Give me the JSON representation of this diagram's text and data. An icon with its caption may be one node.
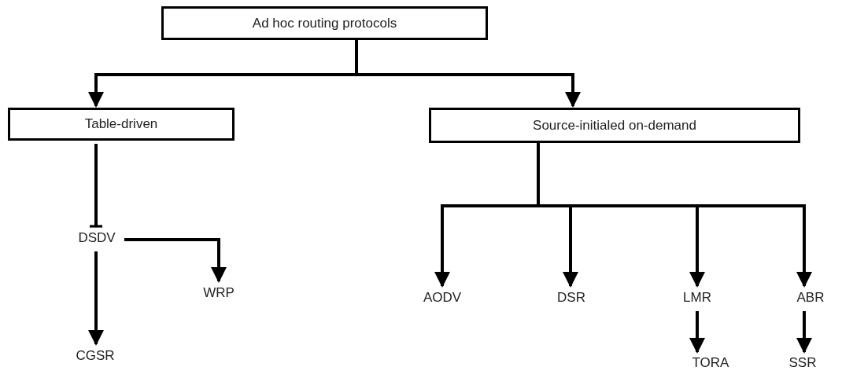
{
  "diagram": {
    "nodes": [
      {
        "text": [
          "Ad hoc routing protocols"
        ]
      },
      {
        "text": [
          "Table-driven"
        ]
      },
      {
        "text": [
          "Source-initialed on-demand"
        ]
      },
      {
        "text": [
          "DSDV"
        ]
      },
      {
        "text": [
          "WRP"
        ]
      },
      {
        "text": [
          "CGSR"
        ]
      },
      {
        "text": [
          "AODV"
        ]
      },
      {
        "text": [
          "DSR"
        ]
      },
      {
        "text": [
          "LMR"
        ]
      },
      {
        "text": [
          "ABR"
        ]
      },
      {
        "text": [
          "TORA"
        ]
      },
      {
        "text": [
          "SSR"
        ]
      }
    ],
    "edges": [
      {
        "from": 0,
        "to": 1,
        "arrow": "to"
      },
      {
        "from": 0,
        "to": 2,
        "arrow": "to"
      },
      {
        "from": 1,
        "to": 3,
        "arrow": "other"
      },
      {
        "from": 3,
        "to": 4,
        "arrow": "to"
      },
      {
        "from": 3,
        "to": 5,
        "arrow": "to"
      },
      {
        "from": 2,
        "to": 6,
        "arrow": "to"
      },
      {
        "from": 2,
        "to": 7,
        "arrow": "to"
      },
      {
        "from": 2,
        "to": 8,
        "arrow": "to"
      },
      {
        "from": 2,
        "to": 9,
        "arrow": "to"
      },
      {
        "from": 8,
        "to": 10,
        "arrow": "to"
      },
      {
        "from": 9,
        "to": 11,
        "arrow": "to"
      }
    ]
  }
}
